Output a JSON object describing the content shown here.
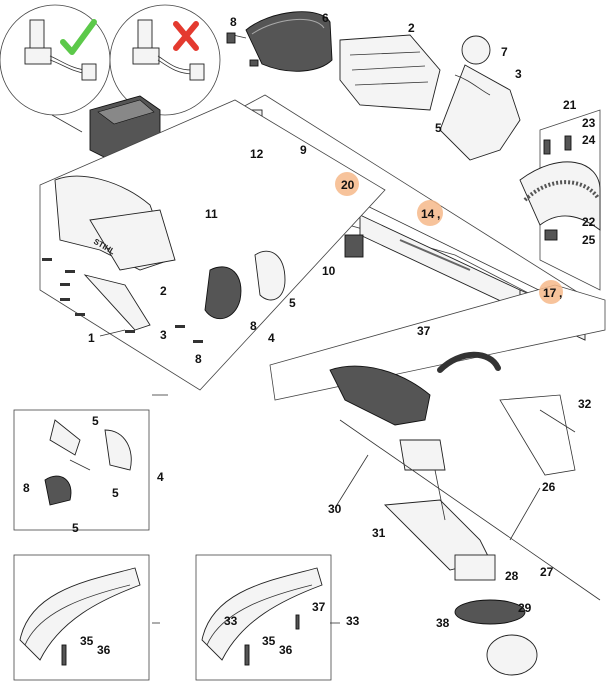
{
  "labels": {
    "l1": "1",
    "l2": "2",
    "l2b": "2",
    "l3": "3",
    "l3b": "3",
    "l4": "4",
    "l4b": "4",
    "l5a": "5",
    "l5b": "5",
    "l5c": "5",
    "l5d": "5",
    "l5e": "5",
    "l6": "6",
    "l7": "7",
    "l8a": "8",
    "l8b": "8",
    "l8c": "8",
    "l8d": "8",
    "l9": "9",
    "l10": "10",
    "l11": "11",
    "l12": "12",
    "l14": "14",
    "l17": "17",
    "l20": "20",
    "l21": "21",
    "l22": "22",
    "l23": "23",
    "l24": "24",
    "l25": "25",
    "l26": "26",
    "l27": "27",
    "l28": "28",
    "l29": "29",
    "l30": "30",
    "l31": "31",
    "l32": "32",
    "l33a": "33",
    "l33b": "33",
    "l35a": "35",
    "l35b": "35",
    "l36a": "36",
    "l36b": "36",
    "l37a": "37",
    "l37b": "37",
    "l38": "38"
  },
  "callout_suffix": ",",
  "stihl_logo_text": "STIHL",
  "icons": {
    "correct": "check-mark-icon",
    "incorrect": "cross-mark-icon"
  },
  "colors": {
    "highlight": "#f6b98a",
    "check": "#5cc94a",
    "cross": "#e43a2f"
  }
}
